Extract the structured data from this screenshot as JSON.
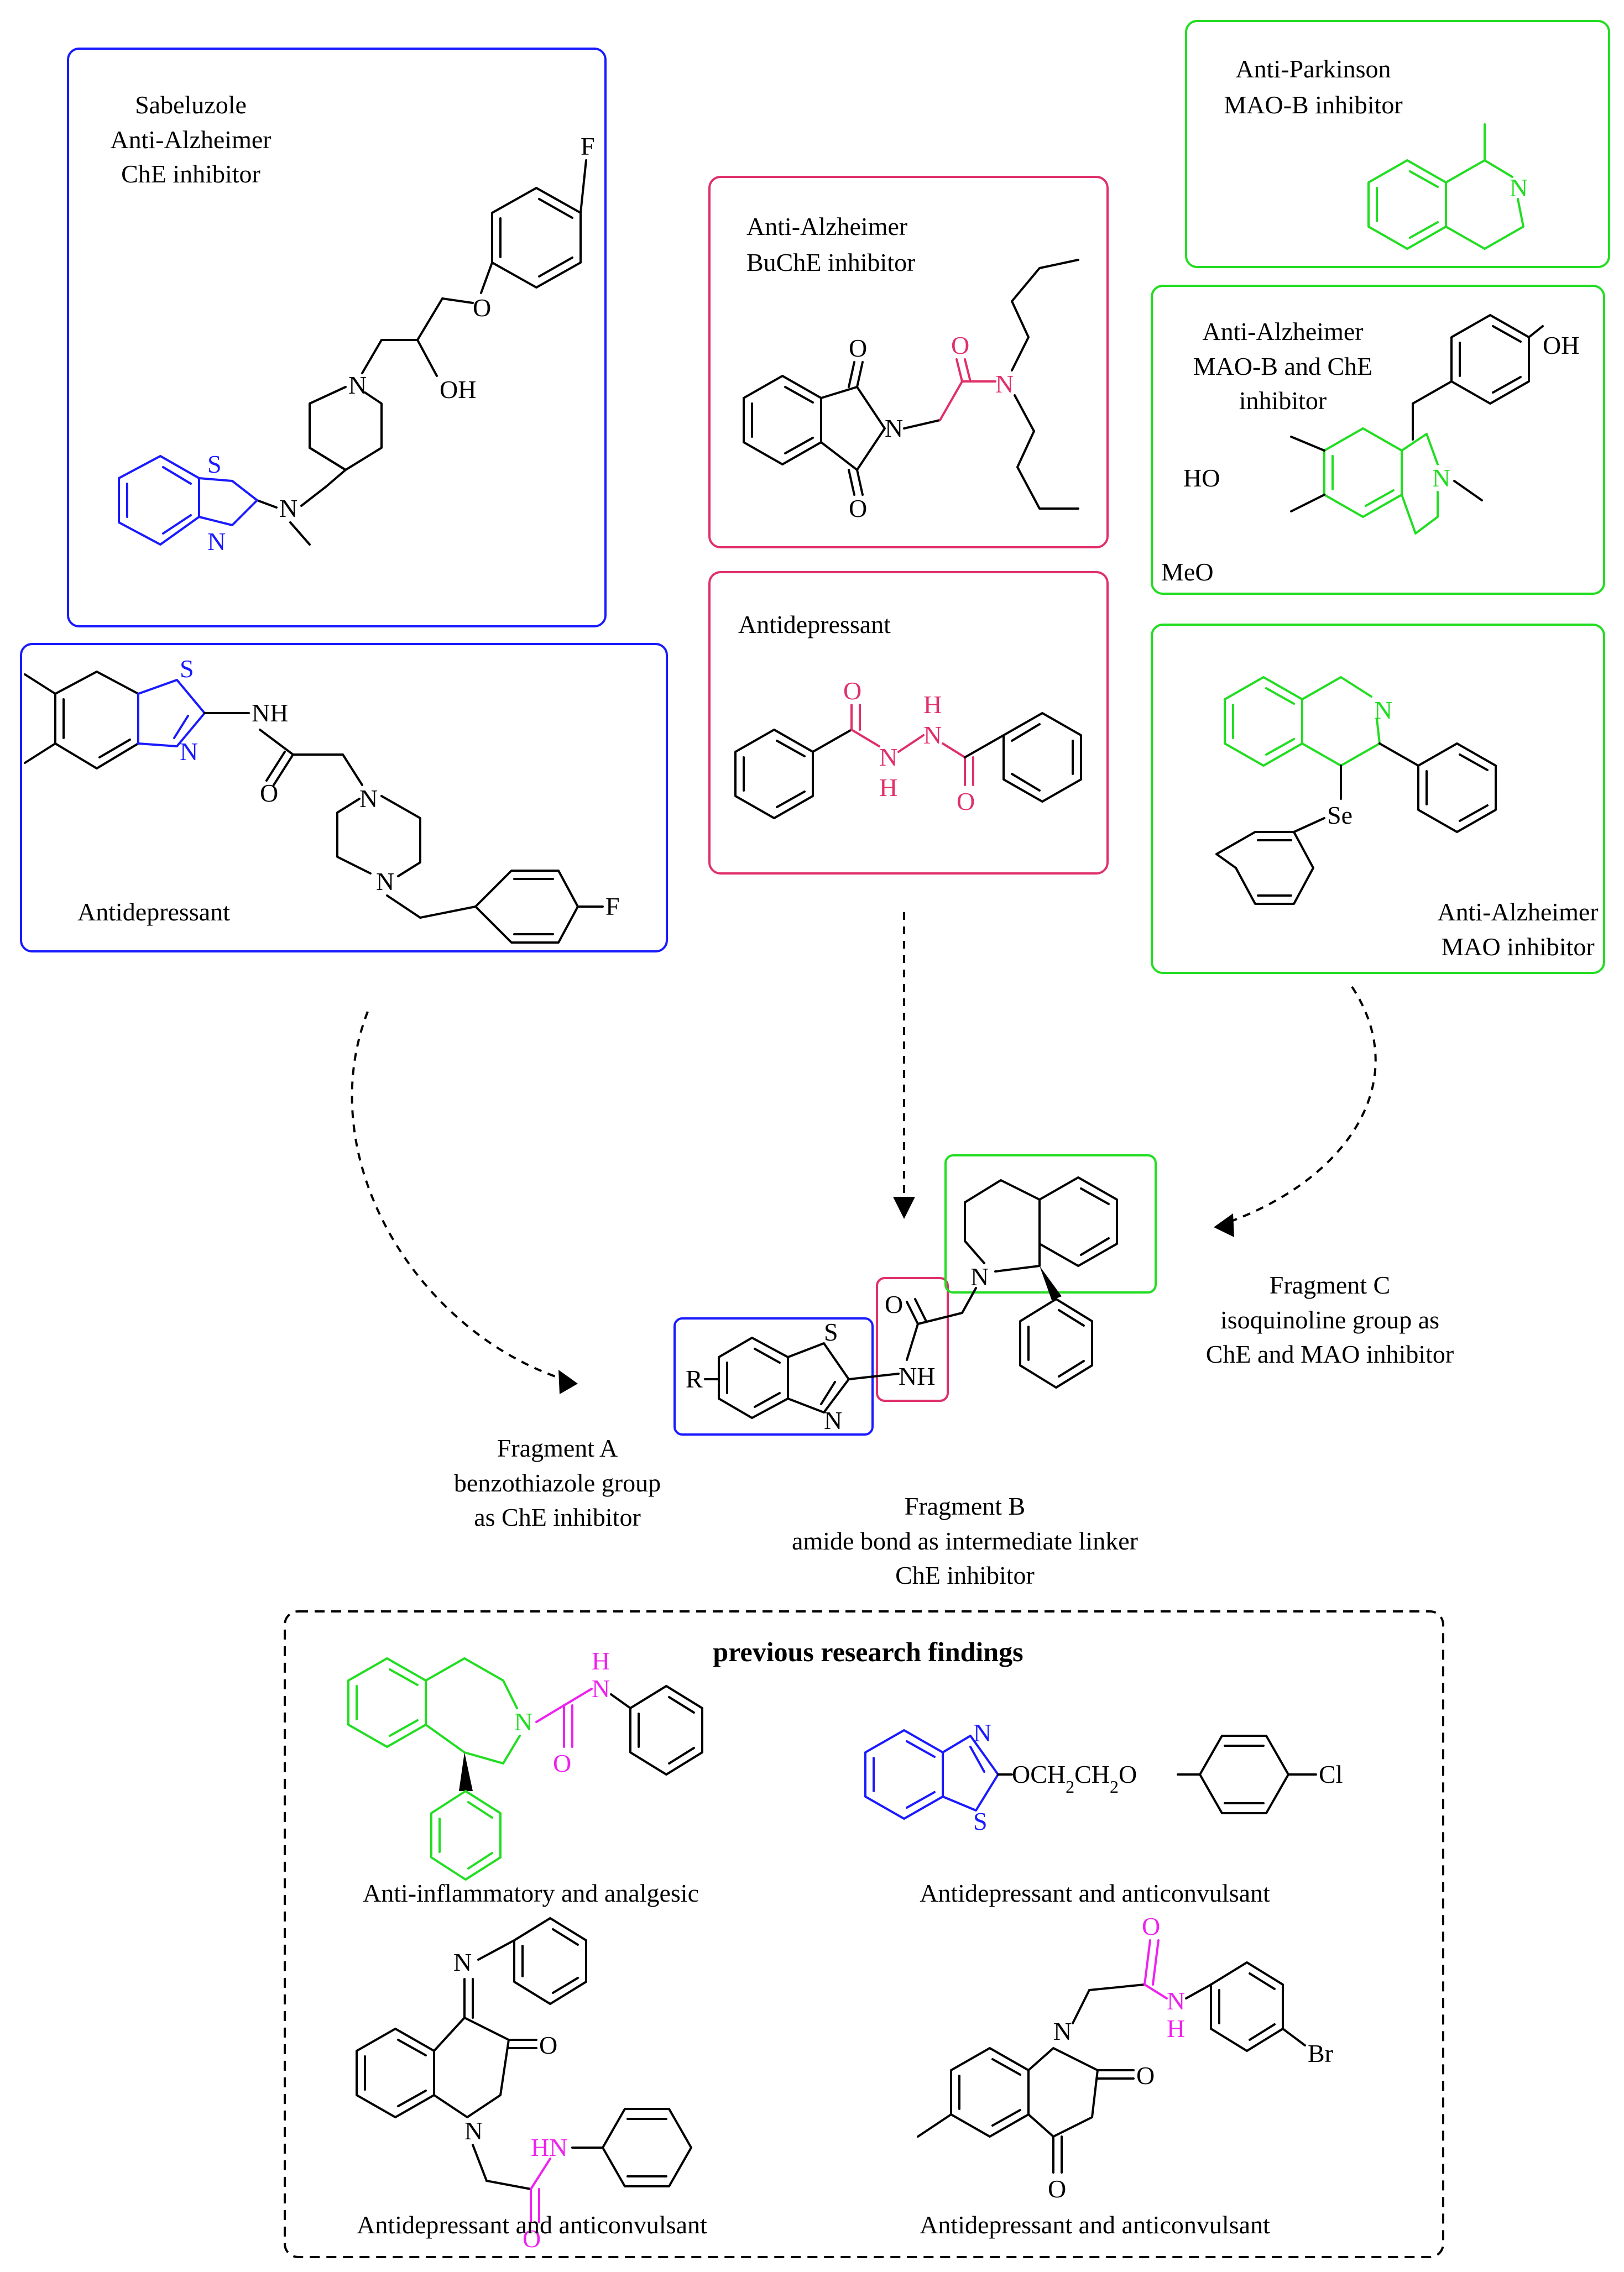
{
  "colors": {
    "fragment_a": "#1a1aff",
    "fragment_b": "#e0306a",
    "fragment_c": "#22dd22",
    "highlight_amide": "#ee22ee",
    "text": "#000000"
  },
  "boxes": {
    "sabeluzole": {
      "lines": [
        "Sabeluzole",
        "Anti-Alzheimer",
        "ChE inhibitor"
      ]
    },
    "antidep_benzothiazole": {
      "caption": "Antidepressant"
    },
    "buche": {
      "lines": [
        "Anti-Alzheimer",
        "BuChE inhibitor"
      ]
    },
    "antidep_hydrazide": {
      "caption": "Antidepressant"
    },
    "parkinson": {
      "lines": [
        "Anti-Parkinson",
        "MAO-B inhibitor"
      ]
    },
    "maob_che": {
      "lines": [
        "Anti-Alzheimer",
        "MAO-B and ChE",
        "inhibitor"
      ]
    },
    "mao": {
      "lines": [
        "Anti-Alzheimer",
        "MAO inhibitor"
      ]
    }
  },
  "fragments": {
    "a": {
      "lines": [
        "Fragment A",
        "benzothiazole group",
        "as ChE inhibitor"
      ]
    },
    "b": {
      "lines": [
        "Fragment B",
        "amide bond as intermediate linker",
        "ChE inhibitor"
      ]
    },
    "c": {
      "lines": [
        "Fragment C",
        "isoquinoline group as",
        "ChE and MAO inhibitor"
      ]
    }
  },
  "previous": {
    "title": "previous research findings",
    "captions": [
      "Anti-inflammatory and analgesic",
      "Antidepressant and anticonvulsant",
      "Antidepressant and anticonvulsant",
      "Antidepressant and anticonvulsant"
    ]
  },
  "atoms": {
    "F": "F",
    "O": "O",
    "OH": "OH",
    "N": "N",
    "S": "S",
    "NH": "NH",
    "H": "H",
    "HO": "HO",
    "MeO": "MeO",
    "Se": "Se",
    "R": "R",
    "HN": "HN",
    "Br": "Br",
    "OCH2CH2O": "OCH",
    "sub2": "2",
    "CH2O": "CH",
    "Cl": "Cl"
  }
}
